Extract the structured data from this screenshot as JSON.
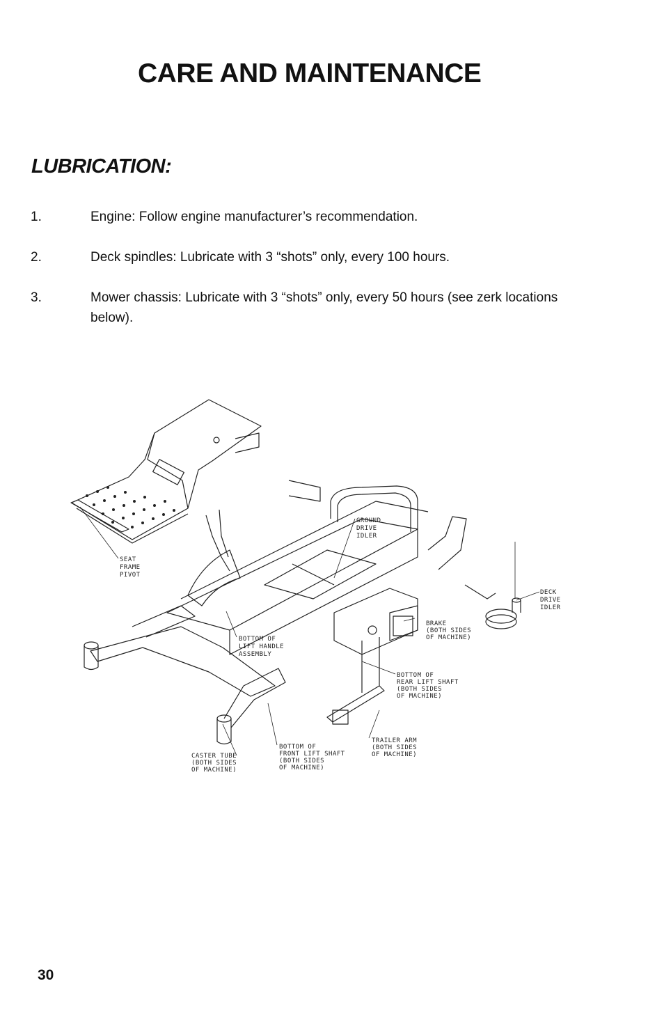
{
  "page": {
    "title": "CARE AND MAINTENANCE",
    "section_heading": "LUBRICATION:",
    "page_number": "30"
  },
  "items": [
    {
      "number": "1.",
      "text": "Engine:  Follow engine manufacturer’s recommendation."
    },
    {
      "number": "2.",
      "text": "Deck spindles:  Lubricate with 3 “shots” only, every 100 hours."
    },
    {
      "number": "3.",
      "text": "Mower chassis:  Lubricate with 3 “shots” only, every 50 hours (see zerk locations below)."
    }
  ],
  "diagram": {
    "labels": {
      "seat_frame_pivot": [
        "SEAT",
        "FRAME",
        "PIVOT"
      ],
      "ground_drive_idler": [
        "GROUND",
        "DRIVE",
        "IDLER"
      ],
      "deck_drive_idler": [
        "DECK",
        "DRIVE",
        "IDLER"
      ],
      "brake": [
        "BRAKE",
        "(BOTH SIDES",
        "OF MACHINE)"
      ],
      "bottom_of_lift_handle_assembly": [
        "BOTTOM OF",
        "LIFT HANDLE",
        "ASSEMBLY"
      ],
      "bottom_of_rear_lift_shaft": [
        "BOTTOM OF",
        "REAR LIFT SHAFT",
        "(BOTH SIDES",
        "OF MACHINE)"
      ],
      "trailer_arm": [
        "TRAILER ARM",
        "(BOTH SIDES",
        "OF MACHINE)"
      ],
      "bottom_of_front_lift_shaft": [
        "BOTTOM OF",
        "FRONT LIFT SHAFT",
        "(BOTH SIDES",
        "OF MACHINE)"
      ],
      "caster_tube": [
        "CASTER TUBE",
        "(BOTH SIDES",
        "OF MACHINE)"
      ]
    }
  }
}
